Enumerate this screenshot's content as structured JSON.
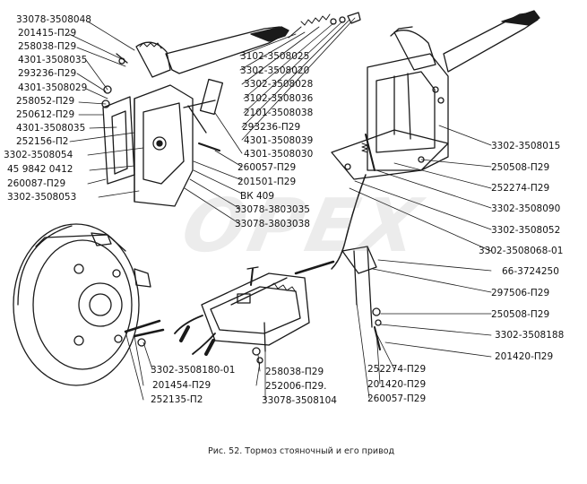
{
  "watermark": "OPEX",
  "caption": "Рис. 52. Тормоз стояночный и его привод",
  "parts": {
    "p01": "33078-3508048",
    "p02": "201415-П29",
    "p03": "258038-П29",
    "p04": "4301-3508035",
    "p05": "293236-П29",
    "p06": "4301-3508029",
    "p07": "258052-П29",
    "p08": "250612-П29",
    "p09": "4301-3508035",
    "p10": "252156-П2",
    "p11": "3302-3508054",
    "p12": "45 9842 0412",
    "p13": "260087-П29",
    "p14": "3302-3508053",
    "p15": "3102-3508025",
    "p16": "3302-3508020",
    "p17": "3302-3508028",
    "p18": "3102-3508036",
    "p19": "2101-3508038",
    "p20": "293236-П29",
    "p21": "4301-3508039",
    "p22": "4301-3508030",
    "p23": "260057-П29",
    "p24": "201501-П29",
    "p25": "ВК 409",
    "p26": "33078-3803035",
    "p27": "33078-3803038",
    "p28": "3302-3508015",
    "p29": "250508-П29",
    "p30": "252274-П29",
    "p31": "3302-3508090",
    "p32": "3302-3508052",
    "p33": "3302-3508068-01",
    "p34": "66-3724250",
    "p35": "297506-П29",
    "p36": "250508-П29",
    "p37": "3302-3508188",
    "p38": "201420-П29",
    "p39": "252274-П29",
    "p40": "201420-П29",
    "p41": "260057-П29",
    "p42": "3302-3508180-01",
    "p43": "201454-П29",
    "p44": "252135-П2",
    "p45": "258038-П29",
    "p46": "252006-П29.",
    "p47": "33078-3508104"
  }
}
